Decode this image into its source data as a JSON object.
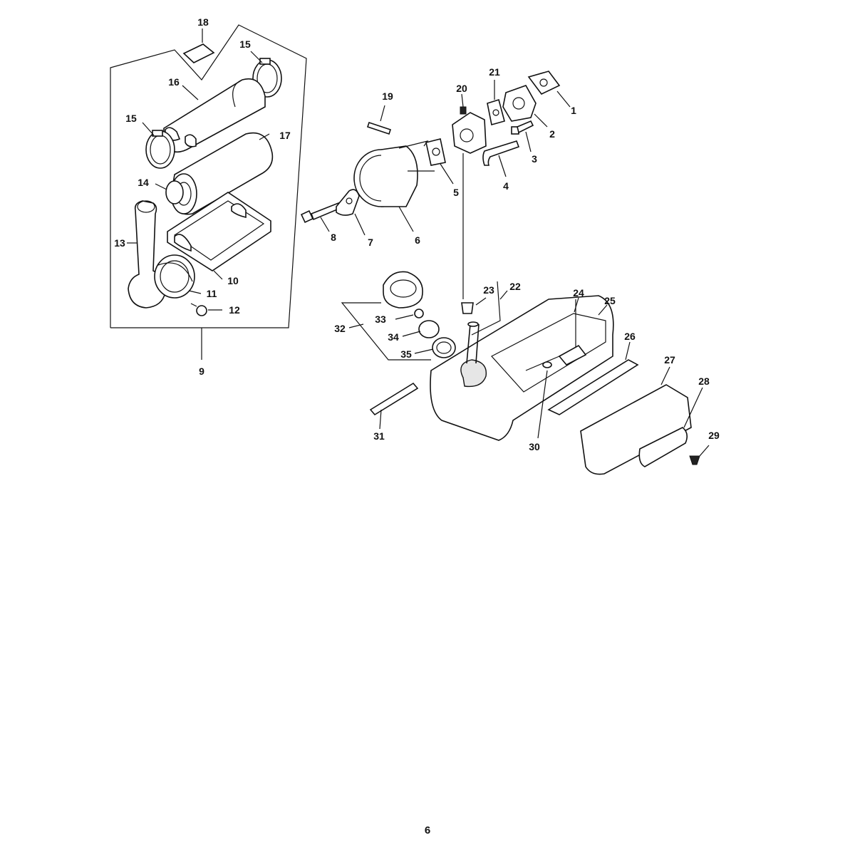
{
  "callouts": {
    "c1": "1",
    "c2": "2",
    "c3": "3",
    "c4": "4",
    "c5": "5",
    "c6": "6",
    "c7": "7",
    "c8": "8",
    "c9": "9",
    "c10": "10",
    "c11": "11",
    "c12": "12",
    "c13": "13",
    "c14": "14",
    "c15a": "15",
    "c15b": "15",
    "c16": "16",
    "c17": "17",
    "c18": "18",
    "c19": "19",
    "c20": "20",
    "c21": "21",
    "c22": "22",
    "c23": "23",
    "c24": "24",
    "c25": "25",
    "c26": "26",
    "c27": "27",
    "c28": "28",
    "c29": "29",
    "c30": "30",
    "c31": "31",
    "c32": "32",
    "c33": "33",
    "c34": "34",
    "c35": "35"
  },
  "page": {
    "number": "6"
  }
}
